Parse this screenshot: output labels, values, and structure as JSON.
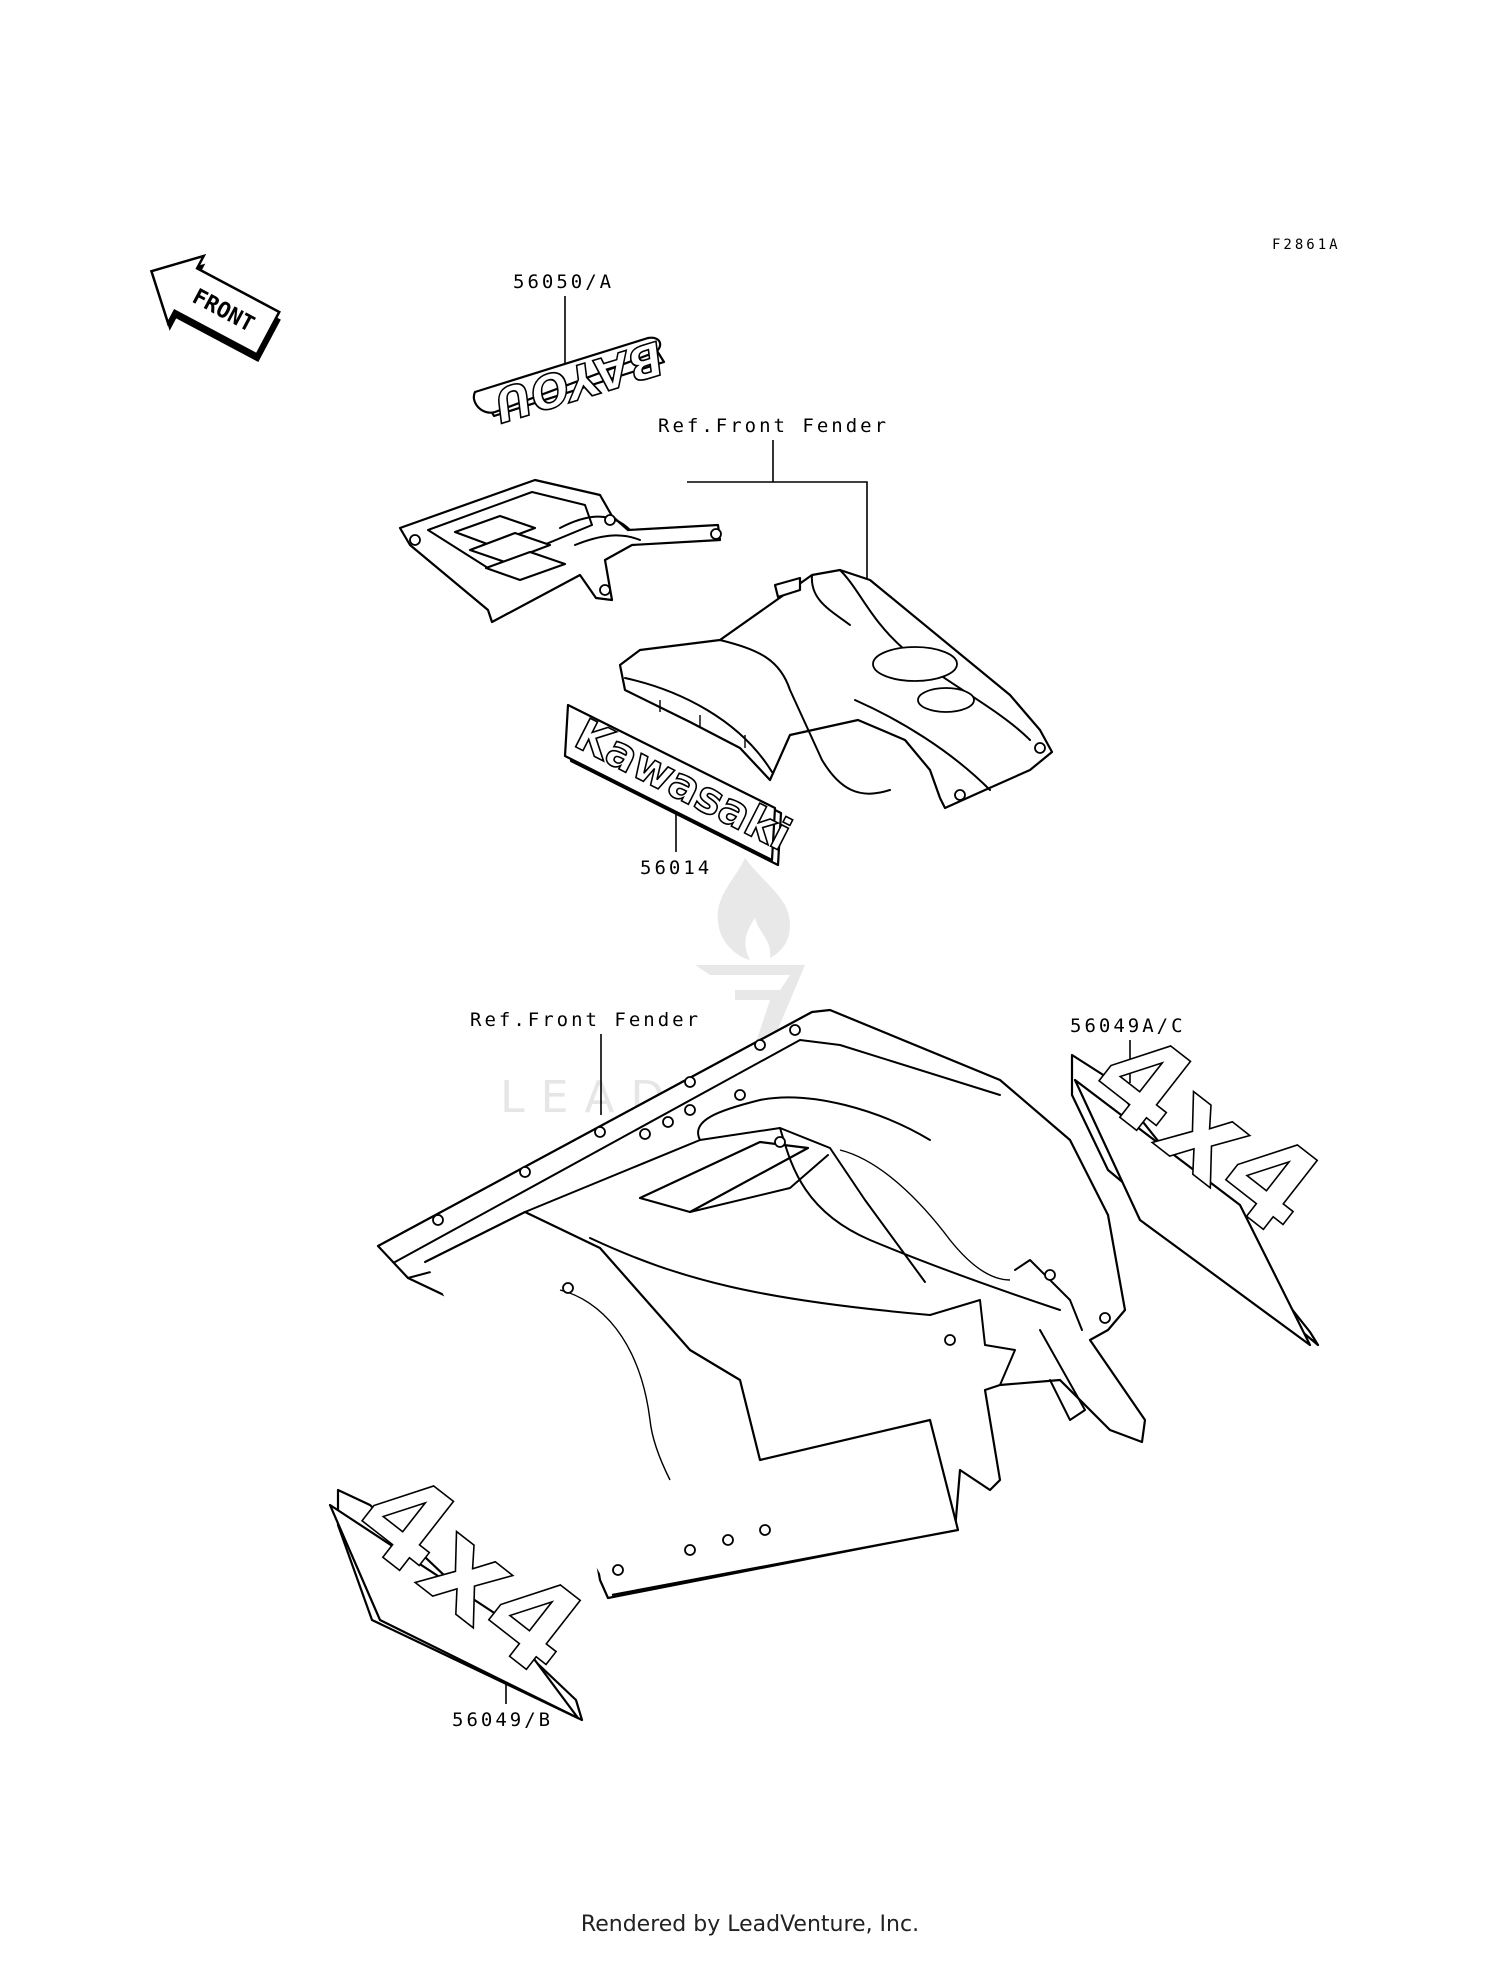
{
  "diagram_code": "F2861A",
  "front_arrow_label": "FRONT",
  "callouts": [
    {
      "part_number": "56050/A"
    },
    {
      "part_number": "Ref.Front Fender"
    },
    {
      "part_number": "56014"
    },
    {
      "part_number": "Ref.Front Fender"
    },
    {
      "part_number": "56049A/C"
    },
    {
      "part_number": "56049/B"
    }
  ],
  "decals": {
    "bayou_text": "BAYOU",
    "kawasaki_text": "Kawasaki",
    "four_by_four_text": "4x4"
  },
  "watermark": "LEADVENTURE",
  "footer": "Rendered by LeadVenture, Inc."
}
